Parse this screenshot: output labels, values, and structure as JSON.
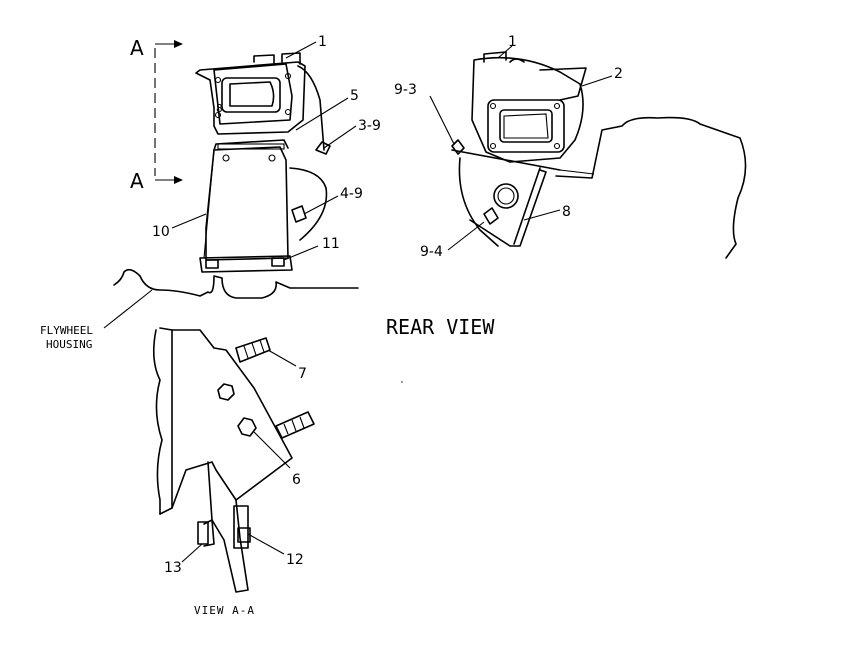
{
  "section_markers": {
    "top": "A",
    "bottom": "A"
  },
  "callouts": {
    "c1_left": "1",
    "c5": "5",
    "c3_9": "3-9",
    "c4_9": "4-9",
    "c10": "10",
    "c11": "11",
    "c8_gasket": "8",
    "c1_right": "1",
    "c2": "2",
    "c9_3": "9-3",
    "c8_right": "8",
    "c9_4": "9-4",
    "c7": "7",
    "c6": "6",
    "c12": "12",
    "c13": "13"
  },
  "labels": {
    "flywheel_line1": "FLYWHEEL",
    "flywheel_line2": "HOUSING",
    "rear_view": "REAR VIEW",
    "view_aa": "VIEW A-A"
  }
}
